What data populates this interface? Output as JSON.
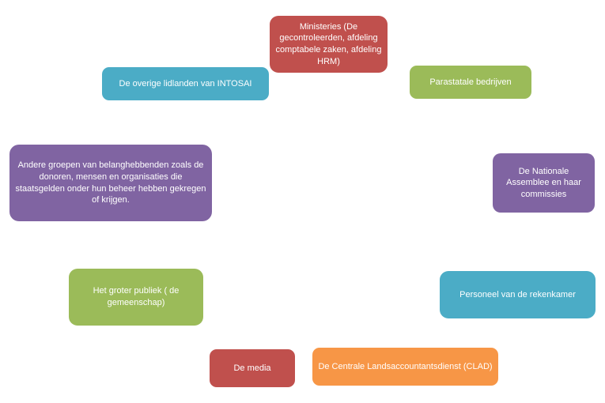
{
  "diagram": {
    "description": "Stakeholder diagram with colored rounded-rectangle nodes on a white background",
    "background_color": "#FFFFFF",
    "text_color": "#FFFFFF",
    "nodes": [
      {
        "id": "ministeries",
        "label": "Ministeries (De gecontroleerden, afdeling comptabele zaken, afdeling HRM)",
        "color": "#C0504D"
      },
      {
        "id": "intosai",
        "label": "De overige lidlanden van INTOSAI",
        "color": "#4BACC6"
      },
      {
        "id": "parastatale",
        "label": "Parastatale bedrijven",
        "color": "#9BBB59"
      },
      {
        "id": "andere",
        "label": "Andere groepen van belanghebbenden zoals de donoren,  mensen en organisaties die staatsgelden onder hun beheer hebben gekregen of krijgen.",
        "color": "#8064A2"
      },
      {
        "id": "assemblee",
        "label": "De Nationale Assemblee en haar commissies",
        "color": "#8064A2"
      },
      {
        "id": "publiek",
        "label": "Het groter publiek  ( de gemeenschap)",
        "color": "#9BBB59"
      },
      {
        "id": "personeel",
        "label": "Personeel van de rekenkamer",
        "color": "#4BACC6"
      },
      {
        "id": "media",
        "label": "De media",
        "color": "#C0504D"
      },
      {
        "id": "clad",
        "label": "De Centrale Landsaccountantsdienst (CLAD)",
        "color": "#F79646"
      }
    ]
  }
}
